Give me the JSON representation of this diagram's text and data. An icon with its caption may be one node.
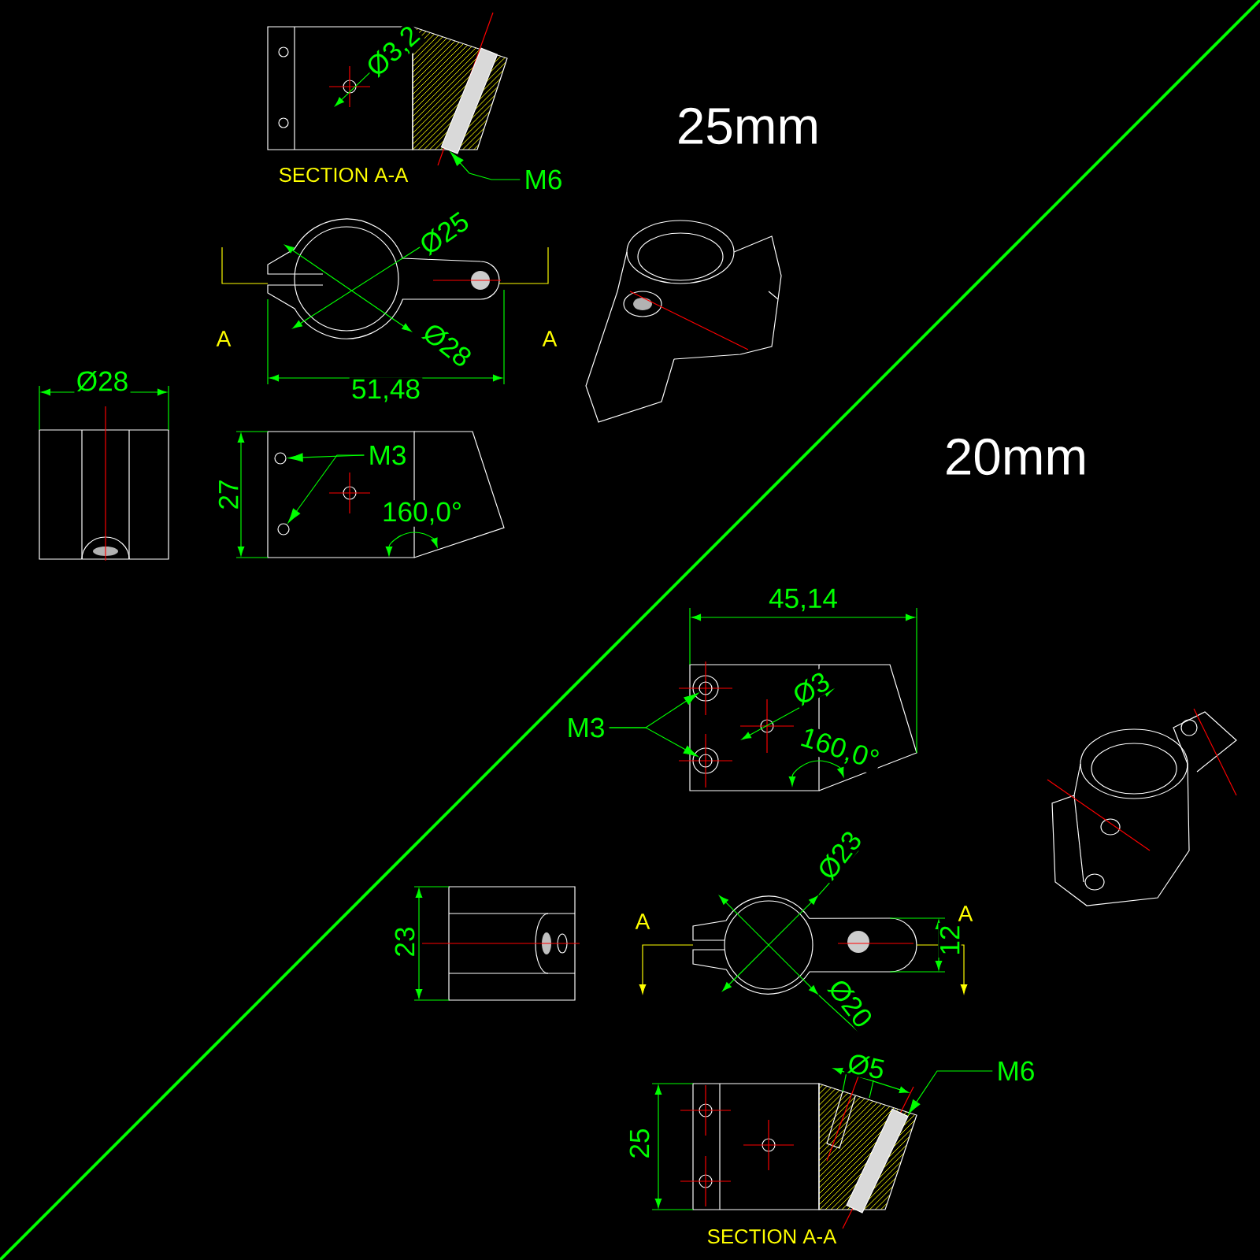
{
  "diagram": {
    "nodes": [
      {
        "text": [
          "M6"
        ]
      },
      {
        "text": [
          "M3"
        ]
      },
      {
        "text": [
          "M3"
        ]
      },
      {
        "text": [
          "M6"
        ]
      },
      {
        "text": [],
        "shape": "bar"
      },
      {
        "text": [],
        "shape": "circle"
      },
      {
        "text": [],
        "shape": "circle"
      },
      {
        "text": [],
        "shape": "circle"
      },
      {
        "text": [],
        "shape": "circle"
      },
      {
        "text": [],
        "shape": "bar"
      }
    ],
    "edges": [
      {
        "from": 0,
        "to": 4,
        "arrow": "to"
      },
      {
        "from": 1,
        "to": 5,
        "arrow": "to"
      },
      {
        "from": 1,
        "to": 6,
        "arrow": "to"
      },
      {
        "from": 2,
        "to": 7,
        "arrow": "to"
      },
      {
        "from": 2,
        "to": 8,
        "arrow": "to"
      },
      {
        "from": 3,
        "to": 9,
        "arrow": "to"
      }
    ],
    "labels": [
      "SECTION A-A",
      "Ø3,2",
      "25mm",
      "Ø25",
      "A",
      "A",
      "Ø28",
      "51,48",
      "Ø28",
      "27",
      "160,0°",
      "20mm",
      "45,14",
      "Ø3",
      "160,0°",
      "23",
      "Ø23",
      "A",
      "A",
      "12",
      "Ø20",
      "Ø5",
      "25",
      "SECTION A-A"
    ]
  }
}
